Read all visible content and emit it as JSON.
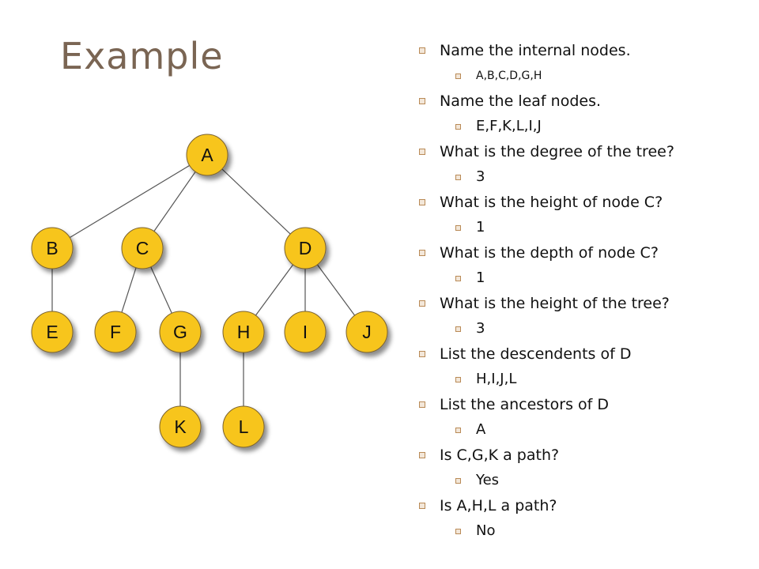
{
  "title": "Example",
  "tree": {
    "nodes": [
      {
        "id": "A",
        "label": "A"
      },
      {
        "id": "B",
        "label": "B"
      },
      {
        "id": "C",
        "label": "C"
      },
      {
        "id": "D",
        "label": "D"
      },
      {
        "id": "E",
        "label": "E"
      },
      {
        "id": "F",
        "label": "F"
      },
      {
        "id": "G",
        "label": "G"
      },
      {
        "id": "H",
        "label": "H"
      },
      {
        "id": "I",
        "label": "I"
      },
      {
        "id": "J",
        "label": "J"
      },
      {
        "id": "K",
        "label": "K"
      },
      {
        "id": "L",
        "label": "L"
      }
    ],
    "edges": [
      [
        "A",
        "B"
      ],
      [
        "A",
        "C"
      ],
      [
        "A",
        "D"
      ],
      [
        "B",
        "E"
      ],
      [
        "C",
        "F"
      ],
      [
        "C",
        "G"
      ],
      [
        "D",
        "H"
      ],
      [
        "D",
        "I"
      ],
      [
        "D",
        "J"
      ],
      [
        "G",
        "K"
      ],
      [
        "H",
        "L"
      ]
    ],
    "node_fill": "#f7c51c",
    "node_stroke": "#7a6230"
  },
  "bullets": [
    {
      "question": "Name the internal nodes.",
      "answer": "A,B,C,D,G,H",
      "answer_small": true
    },
    {
      "question": "Name the leaf nodes.",
      "answer": "E,F,K,L,I,J"
    },
    {
      "question": "What is the degree of the tree?",
      "answer": "3"
    },
    {
      "question": "What is the height of node C?",
      "answer": "1"
    },
    {
      "question": "What is the depth of node C?",
      "answer": "1"
    },
    {
      "question": "What is the height of the tree?",
      "answer": "3"
    },
    {
      "question": "List the descendents of D",
      "answer": "H,I,J,L"
    },
    {
      "question": "List the ancestors of D",
      "answer": "A"
    },
    {
      "question": "Is C,G,K a path?",
      "answer": "Yes"
    },
    {
      "question": "Is A,H,L a path?",
      "answer": "No"
    }
  ],
  "colors": {
    "title": "#7a6553",
    "bullet_marker": "#b98a56"
  }
}
